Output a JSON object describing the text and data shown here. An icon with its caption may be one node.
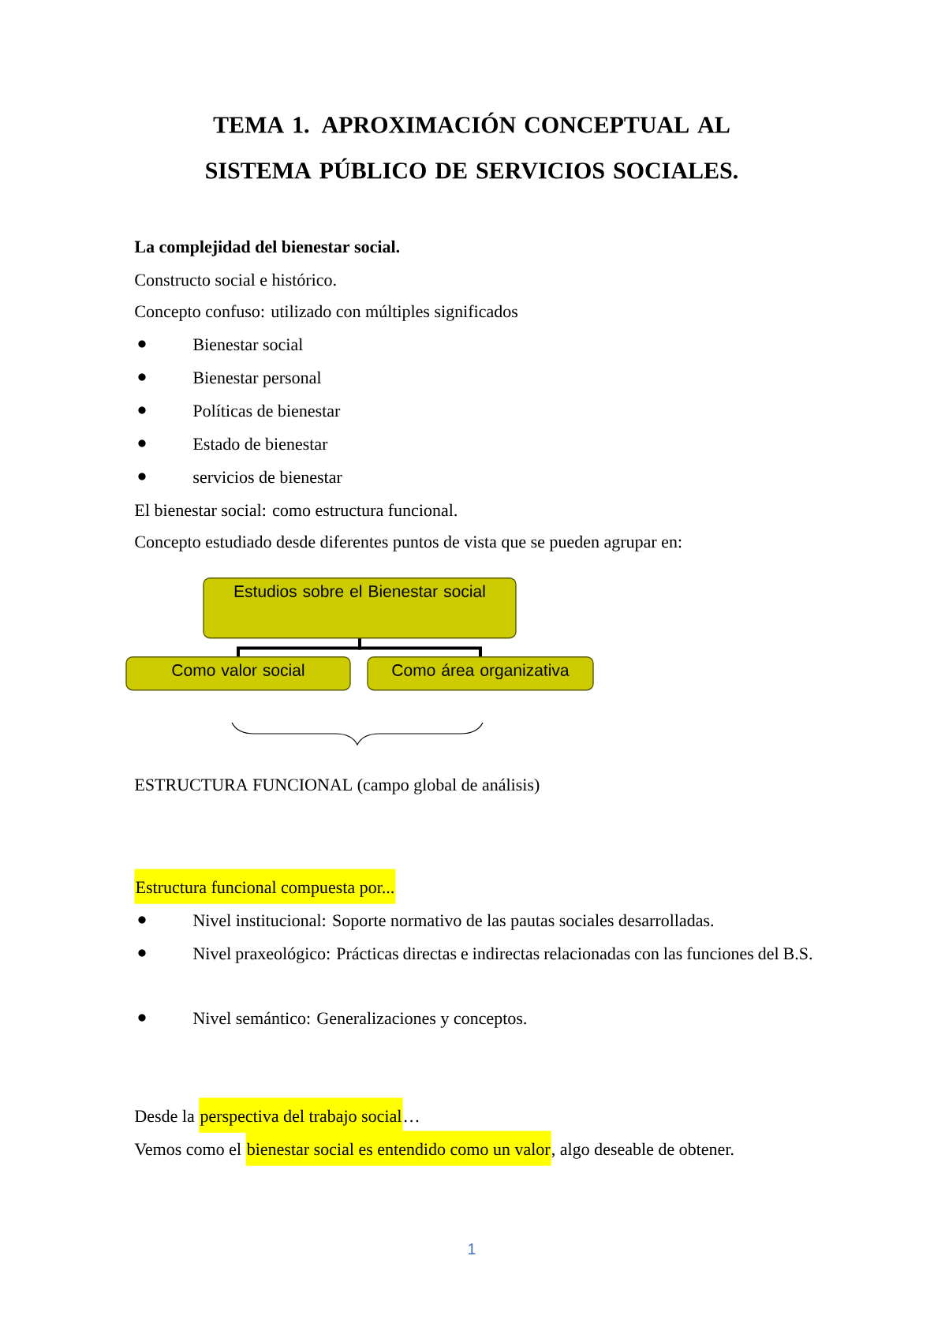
{
  "diagram": {
    "title": "TEMA 1. APROXIMACIÓN CONCEPTUAL AL SISTEMA PÚBLICO DE SERVICIOS SOCIALES.",
    "nodes": [
      {
        "text": [
          "Estudios sobre el Bienestar social"
        ]
      },
      {
        "text": [
          "Como valor social"
        ]
      },
      {
        "text": [
          "Como área organizativa"
        ]
      }
    ],
    "edges": [
      {
        "from": 0,
        "to": 1,
        "arrow": "none"
      },
      {
        "from": 0,
        "to": 2,
        "arrow": "none"
      }
    ],
    "labels": [
      "La complejidad del bienestar social.",
      "Constructo social e histórico.",
      "Concepto confuso: utilizado con múltiples significados",
      "Bienestar social",
      "Bienestar personal",
      "Políticas de bienestar",
      "Estado de bienestar",
      "servicios de bienestar",
      "El bienestar social: como estructura funcional.",
      "Concepto estudiado desde diferentes puntos de vista que se pueden agrupar en:",
      "ESTRUCTURA FUNCIONAL (campo global de análisis)",
      "Estructura funcional compuesta por...",
      "Nivel institucional: Soporte normativo de las pautas sociales desarrolladas.",
      "Nivel praxeológico: Prácticas directas e indirectas relacionadas con las funciones del B.S.",
      "Nivel semántico: Generalizaciones y conceptos.",
      "Desde la",
      "perspectiva del trabajo social",
      "…",
      "Vemos como el",
      "bienestar social es entendido como un valor",
      ", algo deseable de obtener.",
      "1"
    ]
  }
}
